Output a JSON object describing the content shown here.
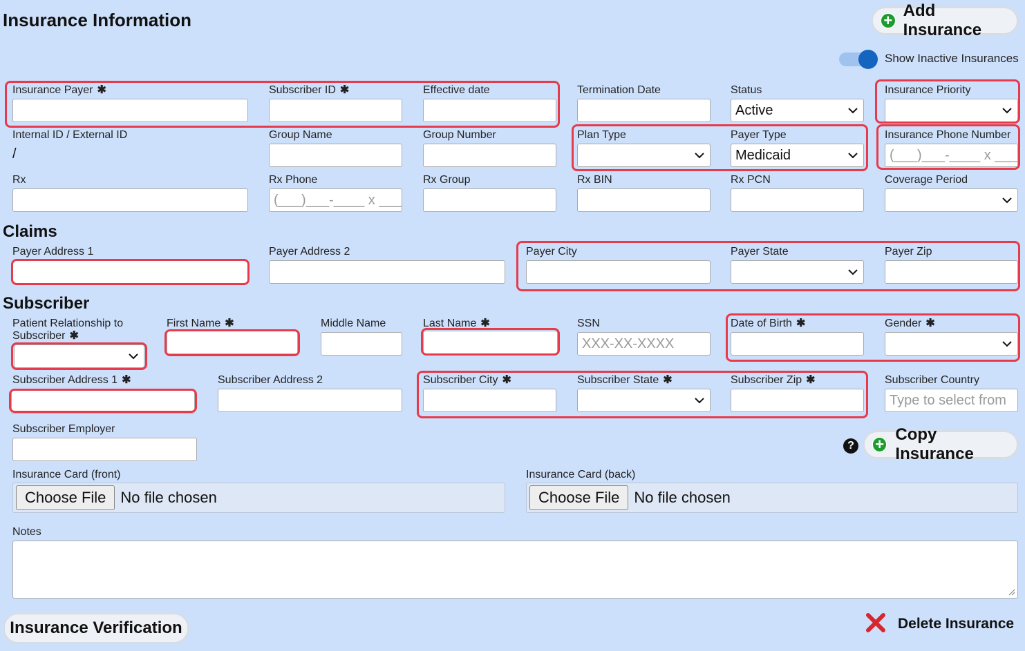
{
  "header": {
    "title": "Insurance Information",
    "add_button": "Add Insurance",
    "toggle_label": "Show Inactive Insurances"
  },
  "labels": {
    "insurance_payer": "Insurance Payer",
    "subscriber_id": "Subscriber ID",
    "effective_date": "Effective date",
    "termination_date": "Termination Date",
    "status": "Status",
    "insurance_priority": "Insurance Priority",
    "internal_external_id": "Internal ID / External ID",
    "group_name": "Group Name",
    "group_number": "Group Number",
    "plan_type": "Plan Type",
    "payer_type": "Payer Type",
    "insurance_phone": "Insurance Phone Number",
    "rx": "Rx",
    "rx_phone": "Rx Phone",
    "rx_group": "Rx Group",
    "rx_bin": "Rx BIN",
    "rx_pcn": "Rx PCN",
    "coverage_period": "Coverage Period",
    "payer_address_1": "Payer Address 1",
    "payer_address_2": "Payer Address 2",
    "payer_city": "Payer City",
    "payer_state": "Payer State",
    "payer_zip": "Payer Zip",
    "patient_relationship": "Patient Relationship to Subscriber",
    "first_name": "First Name",
    "middle_name": "Middle Name",
    "last_name": "Last Name",
    "ssn": "SSN",
    "date_of_birth": "Date of Birth",
    "gender": "Gender",
    "subscriber_address_1": "Subscriber Address 1",
    "subscriber_address_2": "Subscriber Address 2",
    "subscriber_city": "Subscriber City",
    "subscriber_state": "Subscriber State",
    "subscriber_zip": "Subscriber Zip",
    "subscriber_country": "Subscriber Country",
    "subscriber_employer": "Subscriber Employer",
    "card_front": "Insurance Card (front)",
    "card_back": "Insurance Card (back)",
    "notes": "Notes"
  },
  "sections": {
    "claims": "Claims",
    "subscriber": "Subscriber"
  },
  "values": {
    "status": "Active",
    "payer_type": "Medicaid",
    "internal_external_id": "/",
    "phone_mask": "(___)___-____ x ___",
    "ssn_placeholder": "XXX-XX-XXXX",
    "country_placeholder": "Type to select from"
  },
  "required_marker": "✱",
  "file": {
    "button": "Choose File",
    "status": "No file chosen"
  },
  "footer": {
    "copy_button": "Copy Insurance",
    "verification_button": "Insurance Verification",
    "delete_button": "Delete Insurance"
  },
  "toggle_on": true,
  "colors": {
    "background": "#cde0fb",
    "highlight": "#e53b4b",
    "add_icon": "#1e9b2f",
    "delete_icon": "#d9262c",
    "toggle": "#1565c0"
  }
}
